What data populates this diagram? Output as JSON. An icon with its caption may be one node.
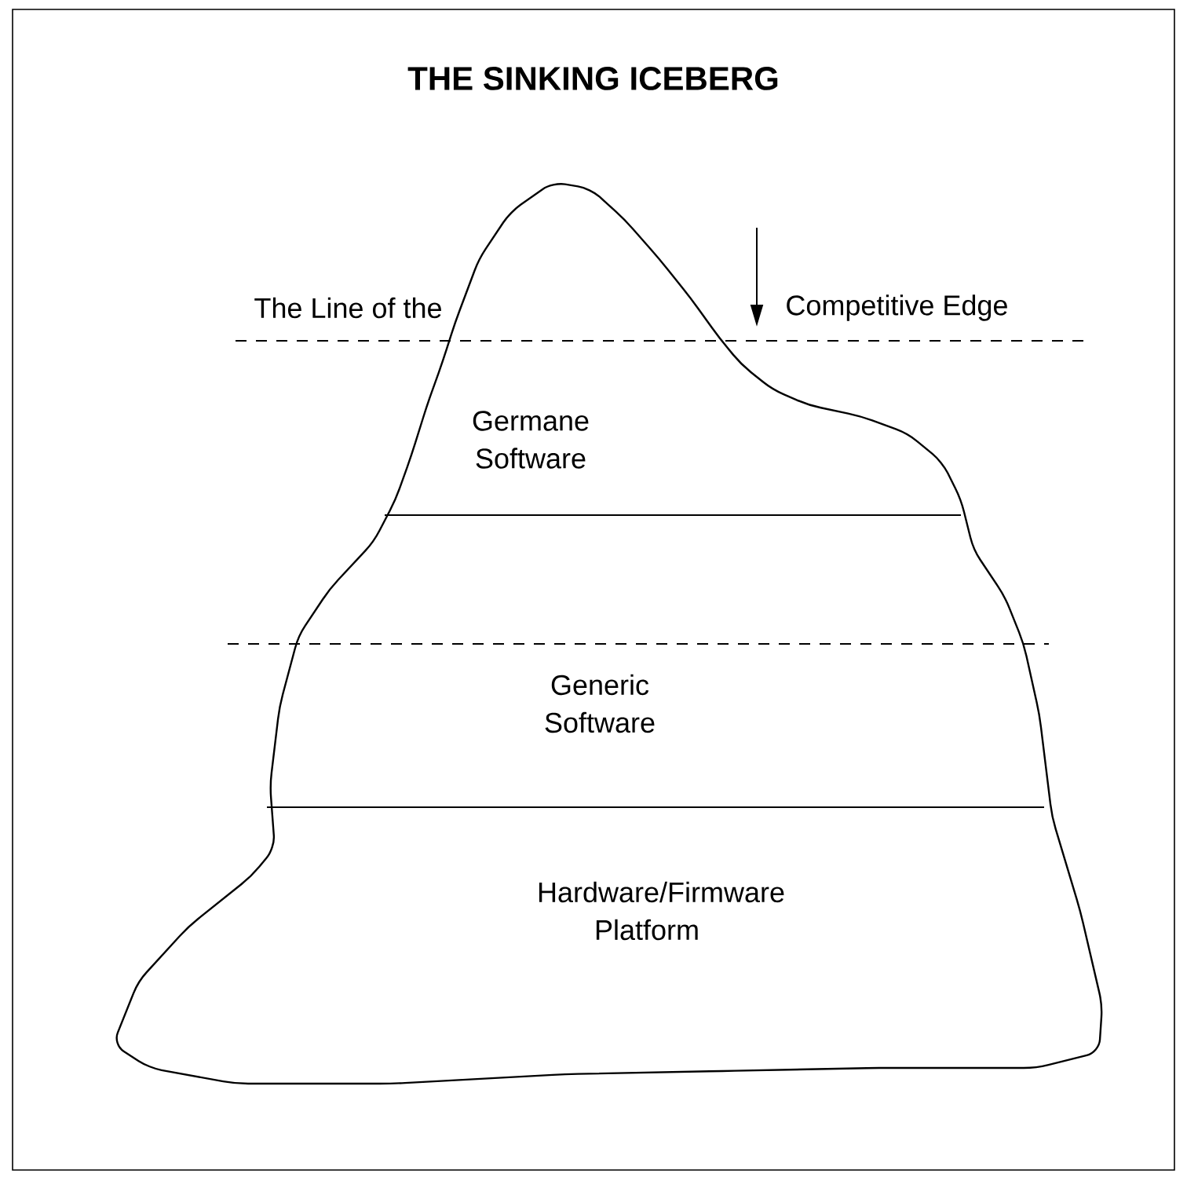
{
  "diagram": {
    "title": "THE SINKING ICEBERG",
    "labels": [
      "The Line of the",
      "Competitive Edge",
      "Germane Software",
      "Generic Software",
      "Hardware/Firmware Platform"
    ]
  }
}
